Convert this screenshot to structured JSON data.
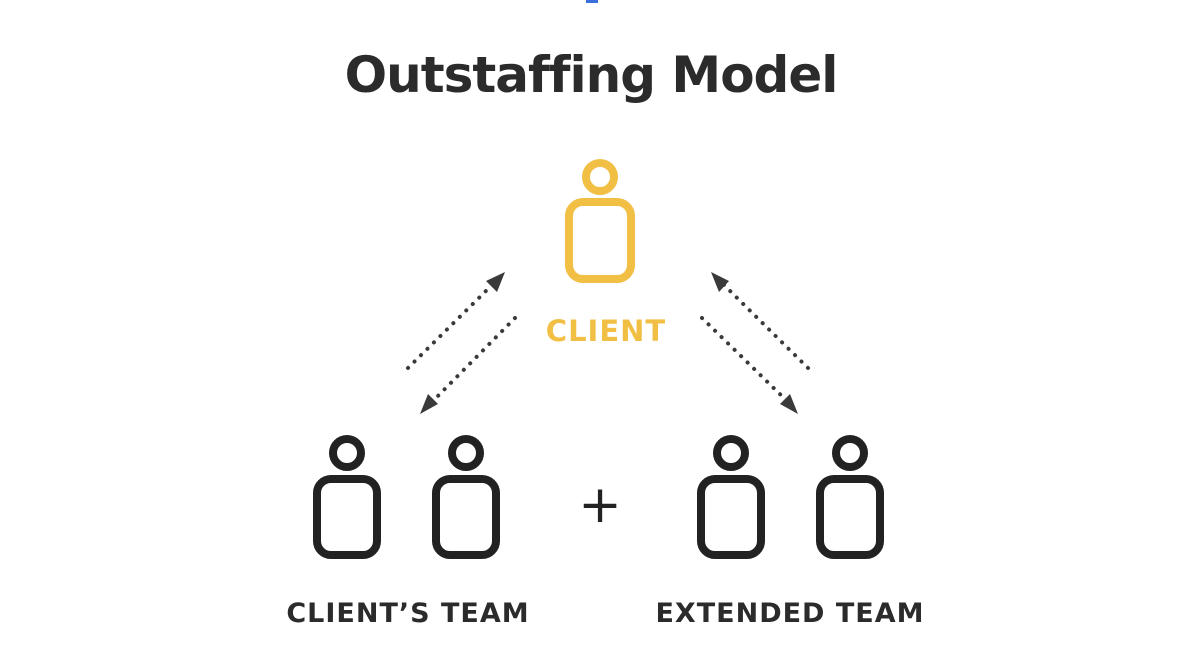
{
  "title": "Outstaffing Model",
  "client_label": "CLIENT",
  "clients_team_label": "CLIENT’S TEAM",
  "extended_team_label": "EXTENDED TEAM",
  "plus_symbol": "+",
  "colors": {
    "client": "#f2bf45",
    "team": "#222222",
    "text": "#2b2b2b"
  }
}
